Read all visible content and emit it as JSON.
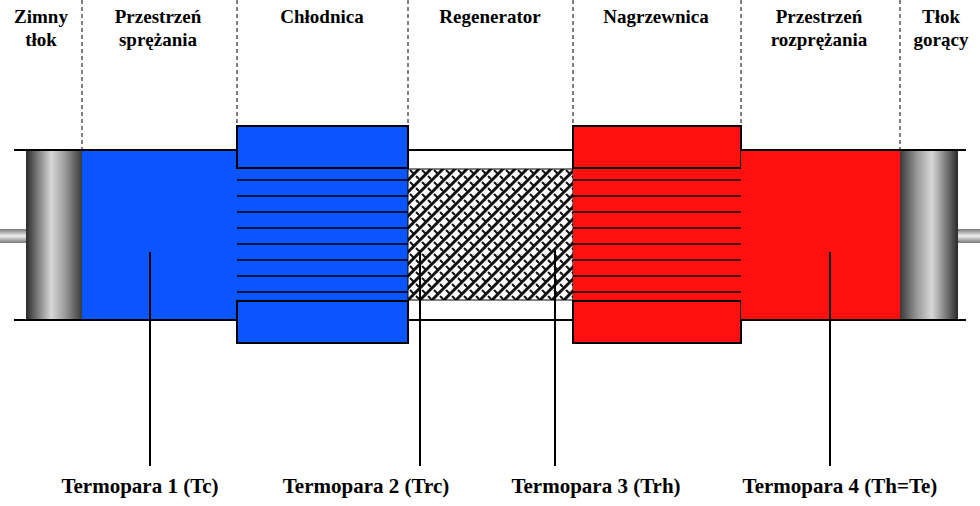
{
  "diagram": {
    "labels": [
      "Zimny tłok",
      "Przestrzeń sprężania",
      "Chłodnica",
      "Regenerator",
      "Nagrzewnica",
      "Przestrzeń rozprężania",
      "Tłok gorący",
      "Termopara 1 (Tc)",
      "Termopara 2 (Trc)",
      "Termopara 3 (Trh)",
      "Termopara 4 (Th=Te)"
    ]
  }
}
